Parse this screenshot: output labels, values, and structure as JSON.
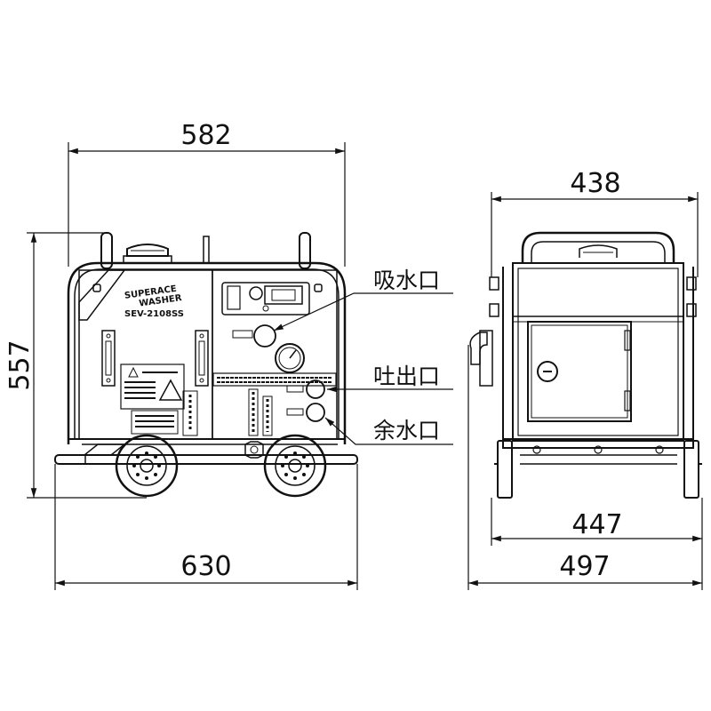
{
  "dimensions": {
    "front_width_top": "582",
    "front_height": "557",
    "front_width_bottom": "630",
    "side_width_top": "438",
    "side_width_mid": "447",
    "side_width_bottom": "497"
  },
  "callouts": {
    "suction_port": "吸水口",
    "discharge_port": "吐出口",
    "bypass_port": "余水口"
  },
  "machine": {
    "brand_line1": "SUPERACE",
    "brand_line2": "WASHER",
    "model": "SEV-2108SS"
  },
  "colors": {
    "line": "#111111",
    "background": "#ffffff"
  }
}
